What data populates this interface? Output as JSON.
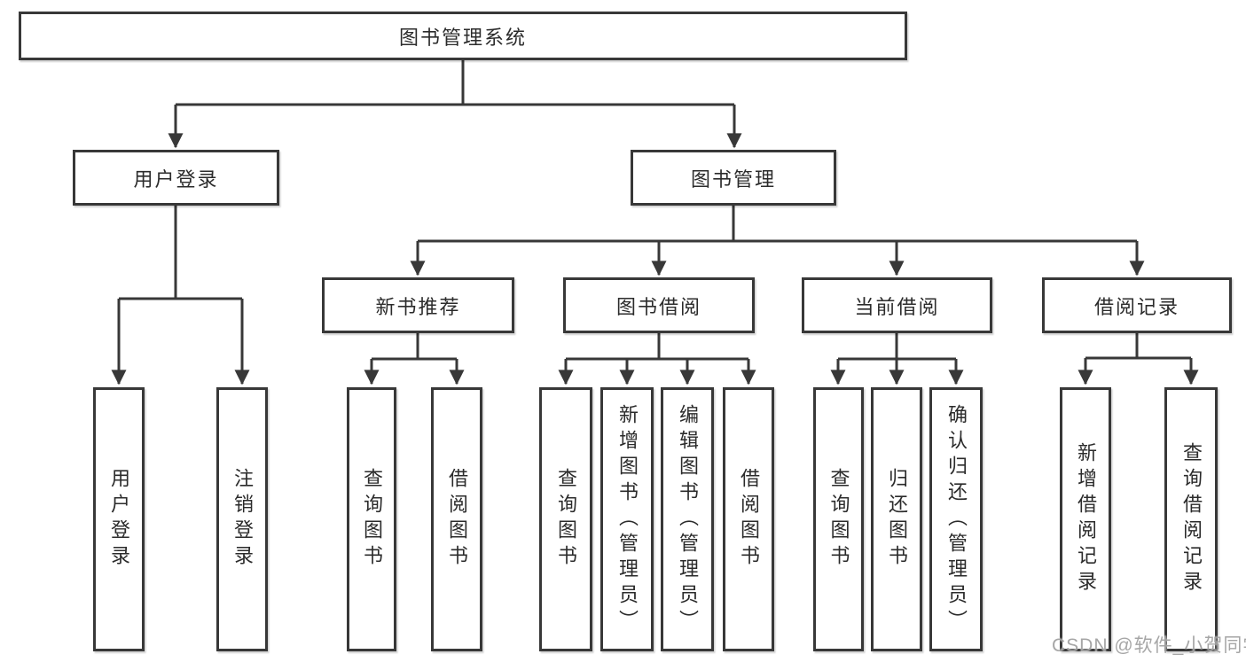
{
  "tree": {
    "root": {
      "label": "图书管理系统"
    },
    "children": [
      {
        "label": "用户登录",
        "leaves": [
          {
            "label": "用户登录"
          },
          {
            "label": "注销登录"
          }
        ]
      },
      {
        "label": "图书管理",
        "groups": [
          {
            "label": "新书推荐",
            "leaves": [
              {
                "label": "查询图书"
              },
              {
                "label": "借阅图书"
              }
            ]
          },
          {
            "label": "图书借阅",
            "leaves": [
              {
                "label": "查询图书"
              },
              {
                "label": "新增图书（管理员）"
              },
              {
                "label": "编辑图书（管理员）"
              },
              {
                "label": "借阅图书"
              }
            ]
          },
          {
            "label": "当前借阅",
            "leaves": [
              {
                "label": "查询图书"
              },
              {
                "label": "归还图书"
              },
              {
                "label": "确认归还（管理员）"
              }
            ]
          },
          {
            "label": "借阅记录",
            "leaves": [
              {
                "label": "新增借阅记录"
              },
              {
                "label": "查询借阅记录"
              }
            ]
          }
        ]
      }
    ]
  },
  "watermark": {
    "text": "CSDN @软件_小贺同学"
  },
  "colors": {
    "line": "#383838",
    "text": "#2b2b2b",
    "box_background": "#ffffff",
    "watermark": "#9e9e9e"
  }
}
